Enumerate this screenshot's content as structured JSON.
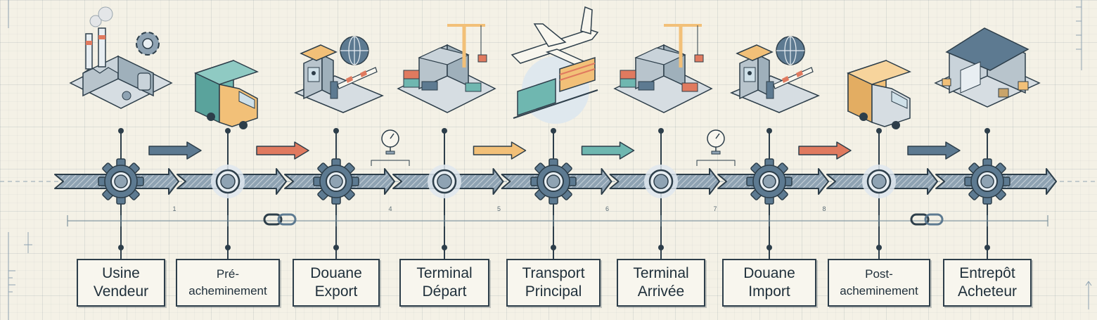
{
  "stages": [
    {
      "label": "Usine\nVendeur",
      "icon": "factory-icon"
    },
    {
      "label": "Pré-\nacheminement",
      "icon": "truck-icon"
    },
    {
      "label": "Douane\nExport",
      "icon": "customs-booth-icon"
    },
    {
      "label": "Terminal\nDépart",
      "icon": "port-terminal-icon"
    },
    {
      "label": "Transport\nPrincipal",
      "icon": "airplane-train-icon"
    },
    {
      "label": "Terminal\nArrivée",
      "icon": "port-terminal-icon"
    },
    {
      "label": "Douane\nImport",
      "icon": "customs-booth-icon"
    },
    {
      "label": "Post-\nacheminement",
      "icon": "truck-icon"
    },
    {
      "label": "Entrepôt\nAcheteur",
      "icon": "warehouse-icon"
    }
  ],
  "segment_labels": [
    "1",
    "4",
    "5",
    "6",
    "7",
    "8"
  ],
  "colors": {
    "ink": "#2d3e4a",
    "arrow_blue": "#5d7a91",
    "arrow_red": "#e07a5f",
    "arrow_yellow": "#f2c078",
    "arrow_teal": "#6fb7b0",
    "track": "#8fa3b3"
  }
}
